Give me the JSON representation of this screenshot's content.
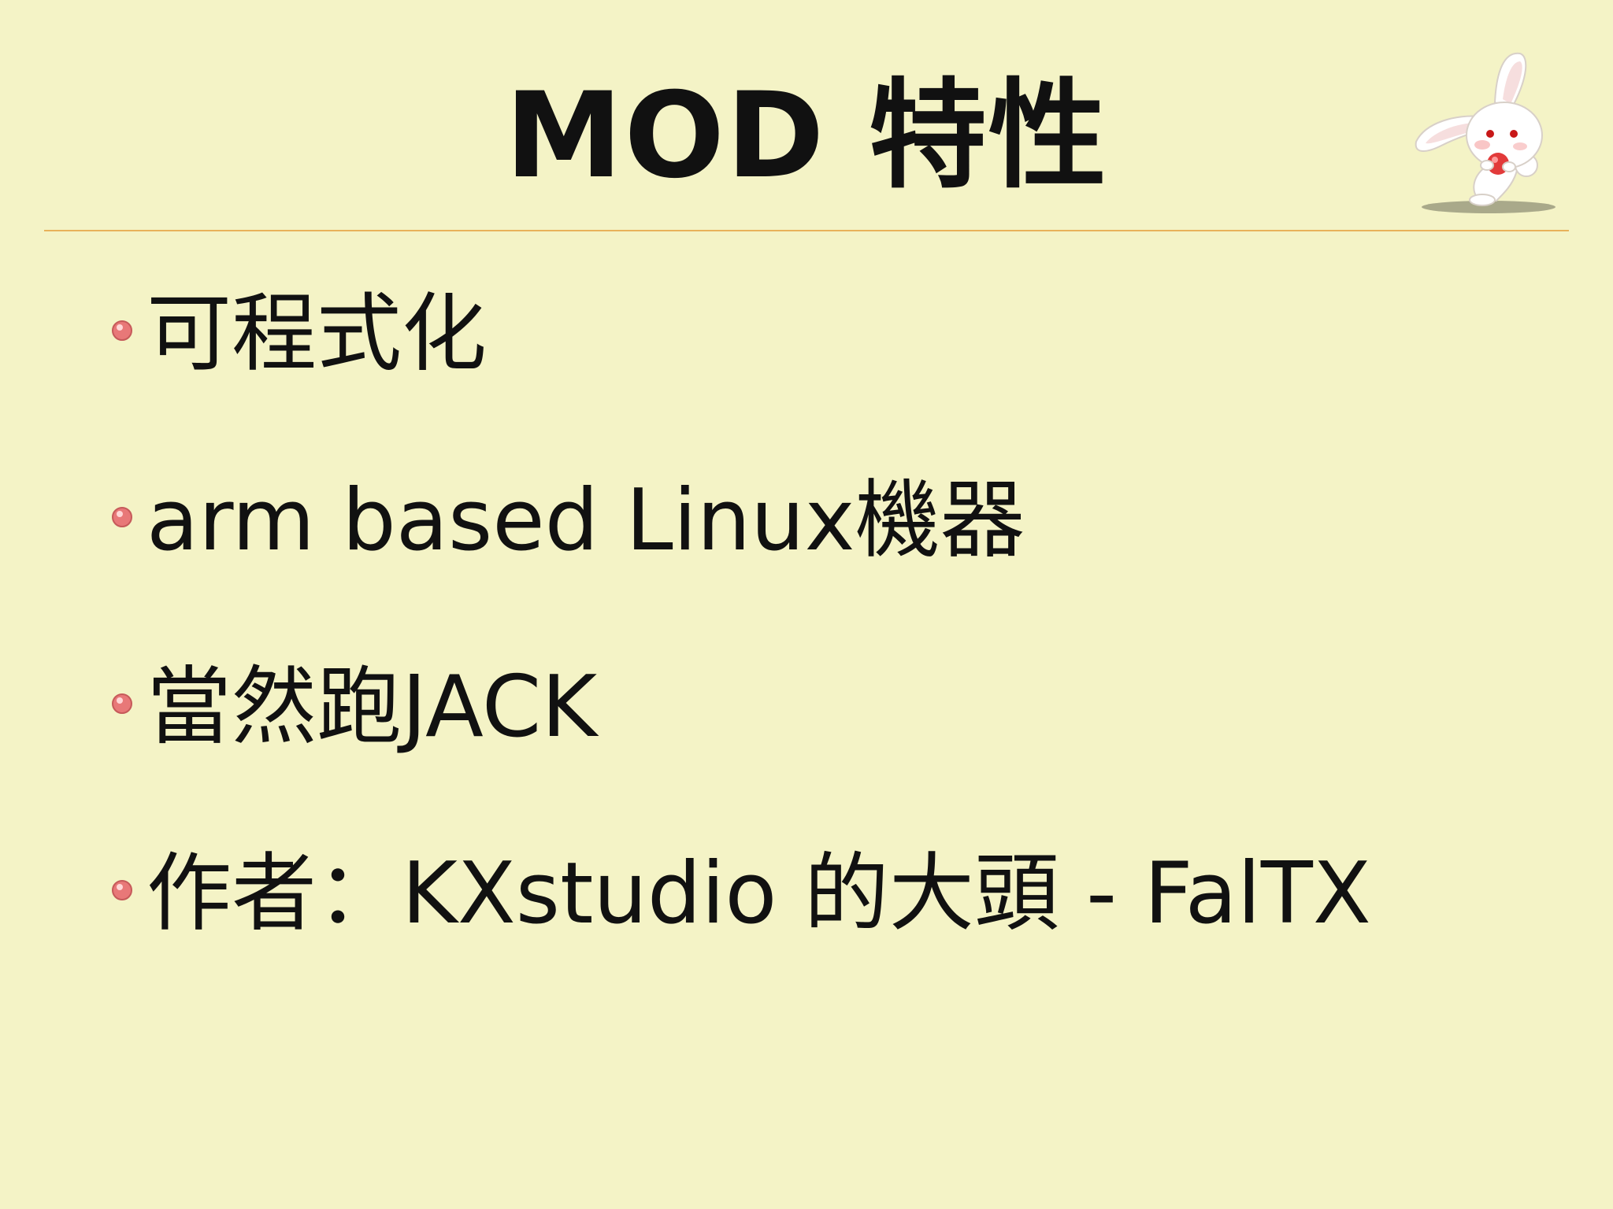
{
  "slide": {
    "title": "MOD 特性",
    "bullets": [
      {
        "text": "可程式化"
      },
      {
        "text": "arm based Linux機器"
      },
      {
        "text": "當然跑JACK"
      },
      {
        "text": "作者：KXstudio 的大頭 - FalTX"
      }
    ]
  },
  "colors": {
    "background": "#f4f3c6",
    "divider": "#e8b25a",
    "bullet": "#e87878",
    "text": "#111111"
  },
  "icons": {
    "mascot": "rabbit-mascot",
    "bullet": "pink-bead-bullet"
  }
}
